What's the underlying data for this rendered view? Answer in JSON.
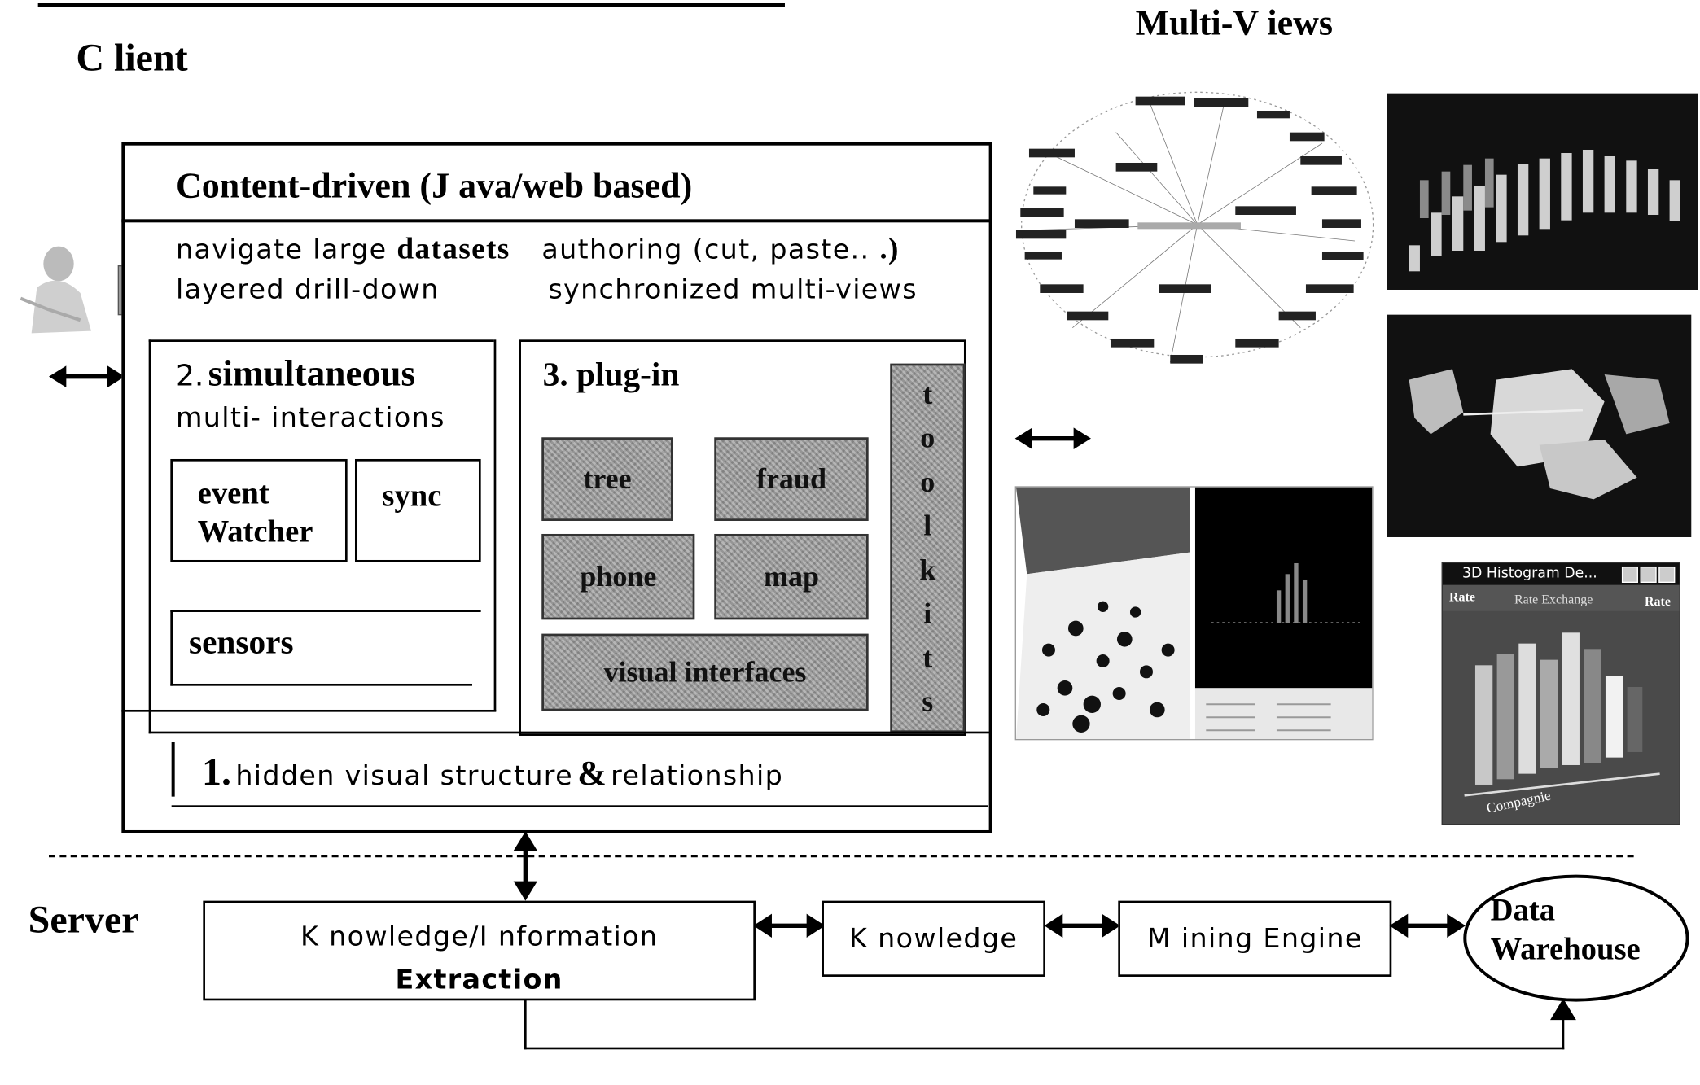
{
  "client": {
    "title": "C lient",
    "header": {
      "text": "Content-driven (J ava/web based)"
    },
    "features": {
      "navigate": "navigate large",
      "datasets": "datasets",
      "authoring": "authoring (cut, paste..",
      "authoring_end": ".)",
      "layered": "layered drill-down",
      "synchronized": "synchronized multi-views"
    },
    "simultaneous": {
      "number": "2.",
      "title": "simultaneous",
      "subtitle": "multi- interactions",
      "event": "event",
      "watcher": "Watcher",
      "sync": "sync",
      "sensors": "sensors"
    },
    "plugin": {
      "title": "3. plug-in",
      "items": [
        "tree",
        "fraud",
        "phone",
        "map",
        "visual interfaces"
      ],
      "toolkits": [
        "t",
        "o",
        "o",
        "l",
        "k",
        "i",
        "t",
        "s"
      ]
    },
    "hidden": {
      "number": "1.",
      "text1": "hidden visual structure",
      "amp": "&",
      "text2": "relationship"
    }
  },
  "multiviews": {
    "title": "Multi-V iews",
    "histogram_window_title": "3D Histogram De...",
    "histogram_labels": {
      "rate": "Rate",
      "rate_exchange": "Rate Exchange",
      "rate_right": "Rate",
      "compagnie": "Compagnie"
    }
  },
  "server": {
    "title": "Server",
    "extraction": {
      "line1": "K nowledge/I nformation",
      "line2": "Extraction"
    },
    "knowledge": "K nowledge",
    "mining": "M ining Engine",
    "warehouse": {
      "line1": "Data",
      "line2": "Warehouse"
    }
  }
}
